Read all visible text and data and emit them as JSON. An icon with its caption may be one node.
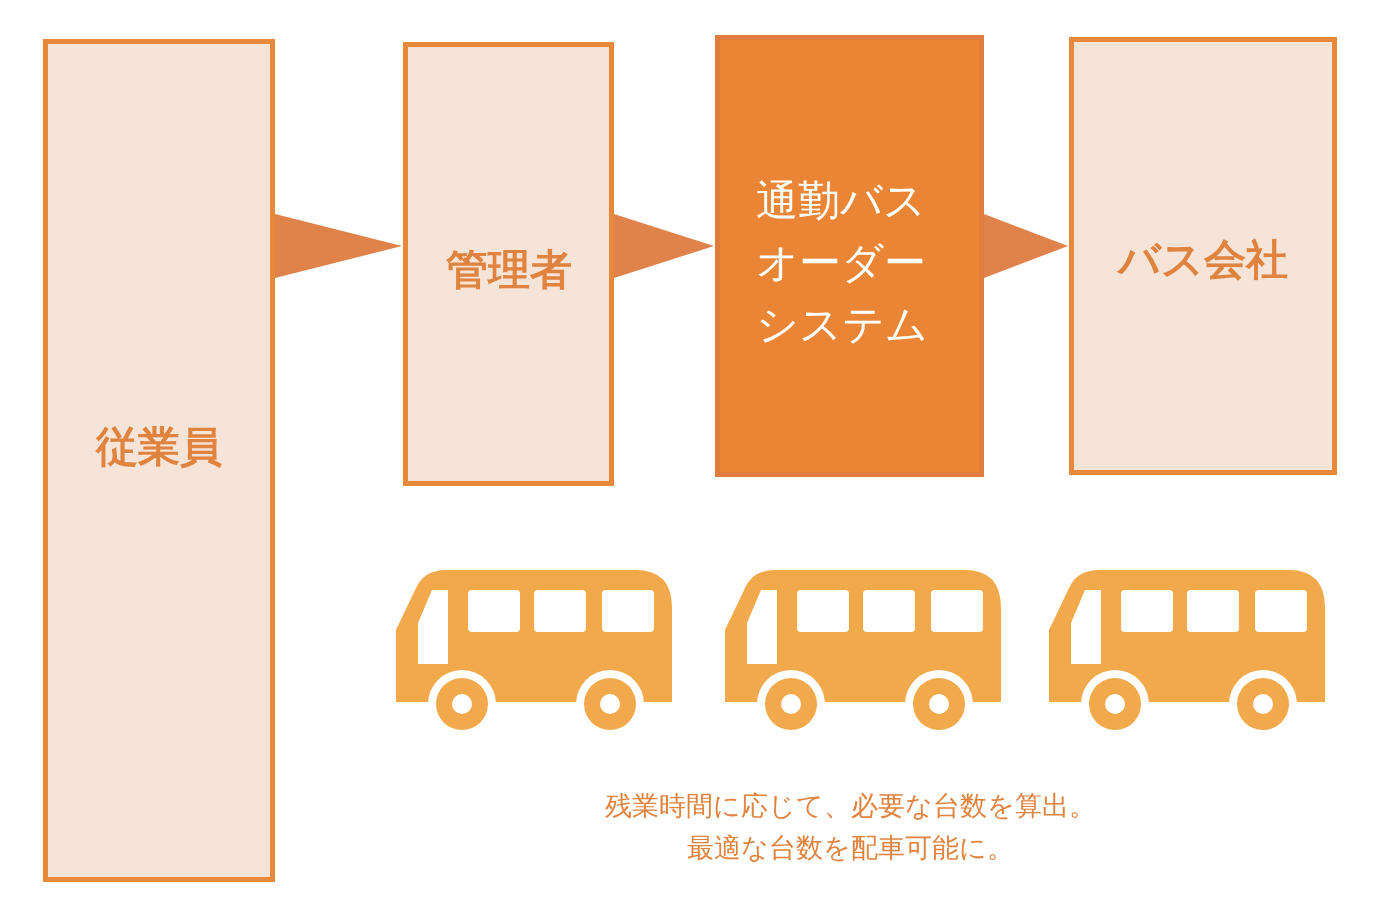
{
  "diagram": {
    "nodes": [
      {
        "text": [
          "従業員"
        ]
      },
      {
        "text": [
          "管理者"
        ]
      },
      {
        "text": [
          "通勤バスオーダーシステム"
        ]
      },
      {
        "text": [
          "バス会社"
        ]
      }
    ],
    "edges": [
      {
        "from": 0,
        "to": 1,
        "arrow": "to"
      },
      {
        "from": 1,
        "to": 2,
        "arrow": "to"
      },
      {
        "from": 2,
        "to": 3,
        "arrow": "to"
      }
    ],
    "labels": [
      "残業時間に応じて、必要な台数を算出。",
      "最適な台数を配車可能に。"
    ]
  }
}
